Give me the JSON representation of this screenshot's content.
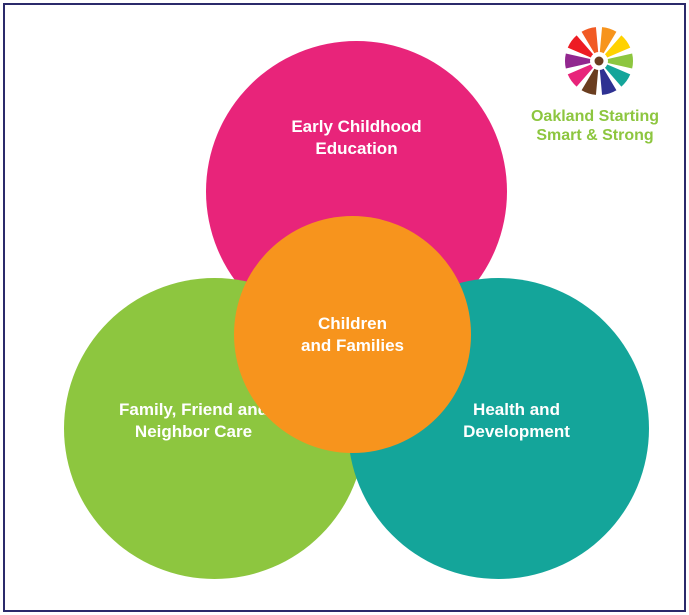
{
  "diagram": {
    "circles": [
      {
        "id": "top",
        "label": "Early Childhood\nEducation",
        "color": "#e8247a"
      },
      {
        "id": "left",
        "label": "Family, Friend and\nNeighbor Care",
        "color": "#8dc63f"
      },
      {
        "id": "right",
        "label": "Health and\nDevelopment",
        "color": "#14a59a"
      },
      {
        "id": "center",
        "label": "Children\nand Families",
        "color": "#f7941d"
      }
    ]
  },
  "logo": {
    "line1": "Oakland Starting",
    "line2": "Smart & Strong",
    "text_color": "#8dc63f",
    "petal_colors": [
      "#f7941d",
      "#ffd200",
      "#8dc63f",
      "#14a59a",
      "#2e3192",
      "#6a3d1f",
      "#e8247a",
      "#92278f",
      "#ed1c24",
      "#f15a24"
    ]
  },
  "colors": {
    "border": "#2b2a6b",
    "background": "#ffffff"
  }
}
